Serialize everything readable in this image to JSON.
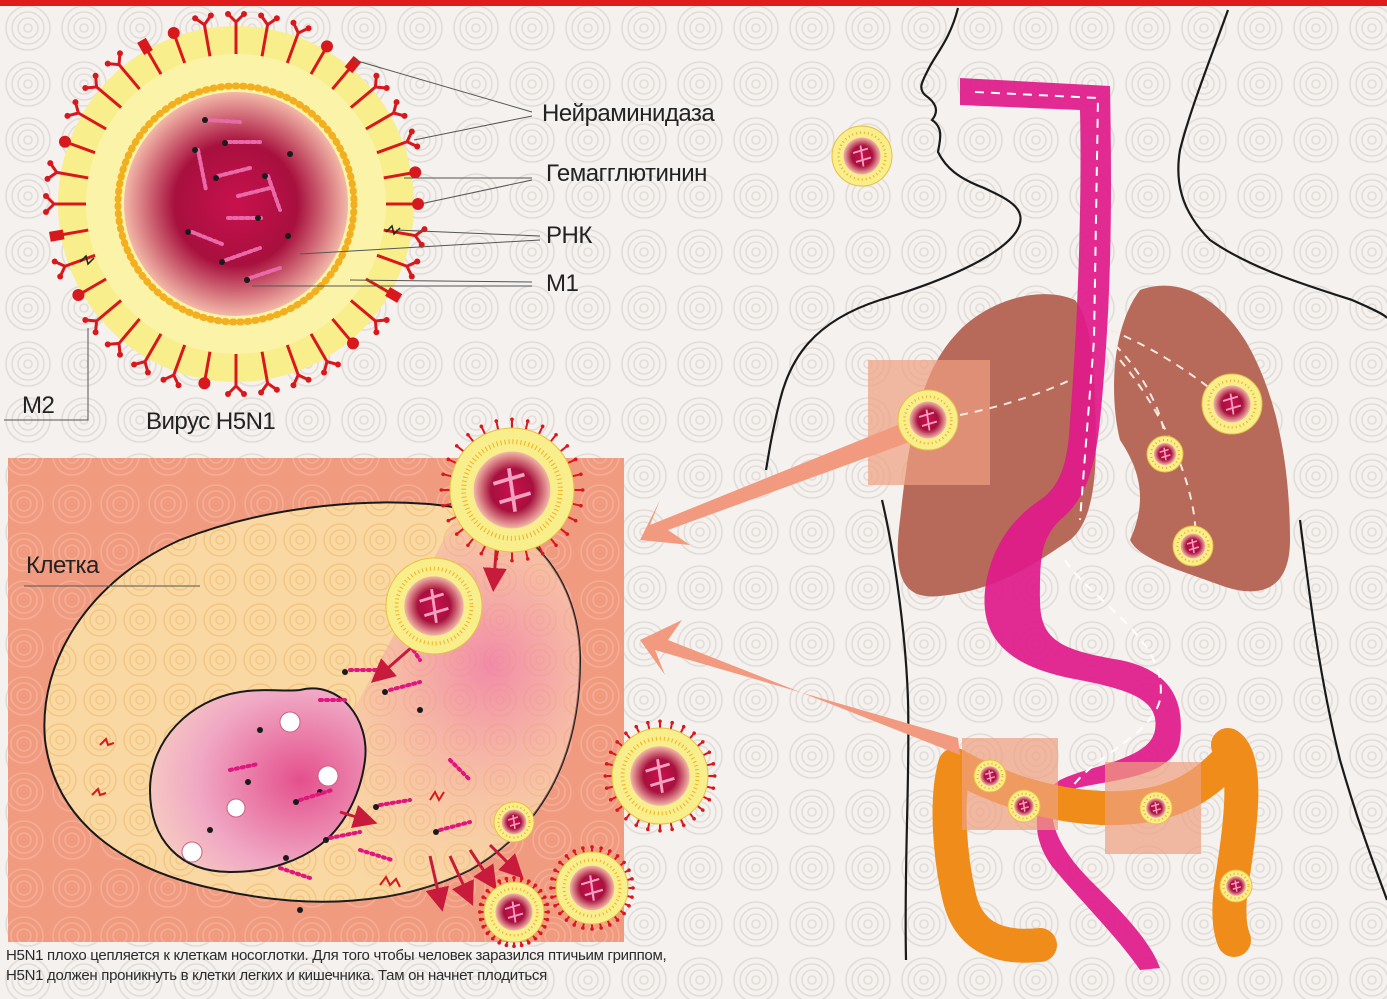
{
  "labels": {
    "neuraminidase": "Нейраминидаза",
    "hemagglutinin": "Гемагглютинин",
    "rna": "РНК",
    "m1": "М1",
    "m2": "М2",
    "virus_name": "Вирус H5N1",
    "cell": "Клетка"
  },
  "caption": {
    "line1": "H5N1 плохо цепляется к клеткам носоглотки. Для того чтобы человек заразился птичьим гриппом,",
    "line2": "H5N1 должен проникнуть в клетки легких и кишечника. Там он начнет плодиться"
  },
  "colors": {
    "border": "#e01b1b",
    "virus_spike": "#d8181c",
    "virus_envelope": "#f8ee8c",
    "virus_core": "#a8103e",
    "cell_panel": "#f09a80",
    "cytoplasm": "#f9d6a0",
    "nucleus": "#ec9cc4",
    "trachea": "#e01a8a",
    "lungs": "#b76a5a",
    "intestine": "#ef8c1a",
    "arrow": "#f29a80",
    "body_outline": "#1a1a1a"
  }
}
